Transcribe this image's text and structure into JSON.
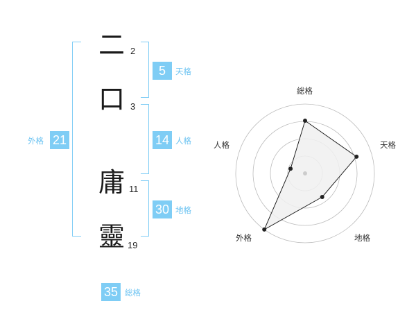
{
  "name": {
    "characters": [
      {
        "char": "二",
        "strokes": "2"
      },
      {
        "char": "口",
        "strokes": "3"
      },
      {
        "char": "庸",
        "strokes": "11"
      },
      {
        "char": "靈",
        "strokes": "19"
      }
    ]
  },
  "fortunes": {
    "tenkaku": {
      "value": "5",
      "label": "天格"
    },
    "jinkaku": {
      "value": "14",
      "label": "人格"
    },
    "chikaku": {
      "value": "30",
      "label": "地格"
    },
    "gaikaku": {
      "value": "21",
      "label": "外格"
    },
    "soukaku": {
      "value": "35",
      "label": "総格"
    }
  },
  "radar": {
    "axes": [
      "総格",
      "天格",
      "地格",
      "外格",
      "人格"
    ],
    "values": [
      0.76,
      0.78,
      0.42,
      1.0,
      0.22
    ],
    "rings": 4,
    "fill_color": "#f0f0f0",
    "line_color": "#222222",
    "ring_color": "#bbbbbb"
  },
  "colors": {
    "accent": "#7fcdf5",
    "label": "#6ec4f2"
  }
}
